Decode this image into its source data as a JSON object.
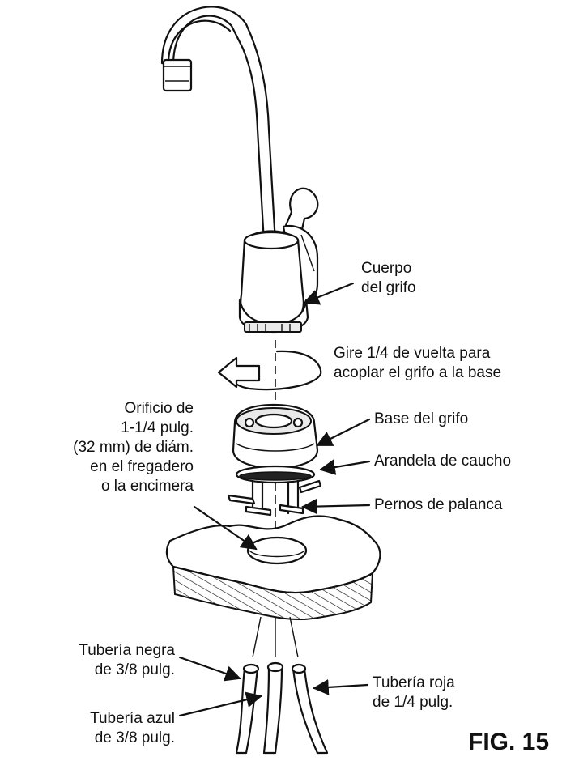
{
  "labels": {
    "faucet_body_1": "Cuerpo",
    "faucet_body_2": "del grifo",
    "turn_1": "Gire 1/4 de vuelta para",
    "turn_2": "acoplar el grifo a la base",
    "hole_1": "Orificio de",
    "hole_2": "1-1/4 pulg.",
    "hole_3": "(32 mm) de diám.",
    "hole_4": "en el fregadero",
    "hole_5": "o la encimera",
    "base": "Base del grifo",
    "washer": "Arandela de caucho",
    "toggle_bolts": "Pernos de palanca",
    "black_tube_1": "Tubería negra",
    "black_tube_2": "de 3/8 pulg.",
    "blue_tube_1": "Tubería azul",
    "blue_tube_2": "de 3/8 pulg.",
    "red_tube_1": "Tubería roja",
    "red_tube_2": "de 1/4 pulg."
  },
  "figure_label": "FIG. 15",
  "icons": [
    "faucet-spout",
    "rotation-arrow-icon",
    "faucet-base",
    "rubber-washer",
    "toggle-bolts",
    "countertop-section",
    "water-tubes"
  ],
  "colors": {
    "line": "#111111",
    "background": "#ffffff"
  }
}
